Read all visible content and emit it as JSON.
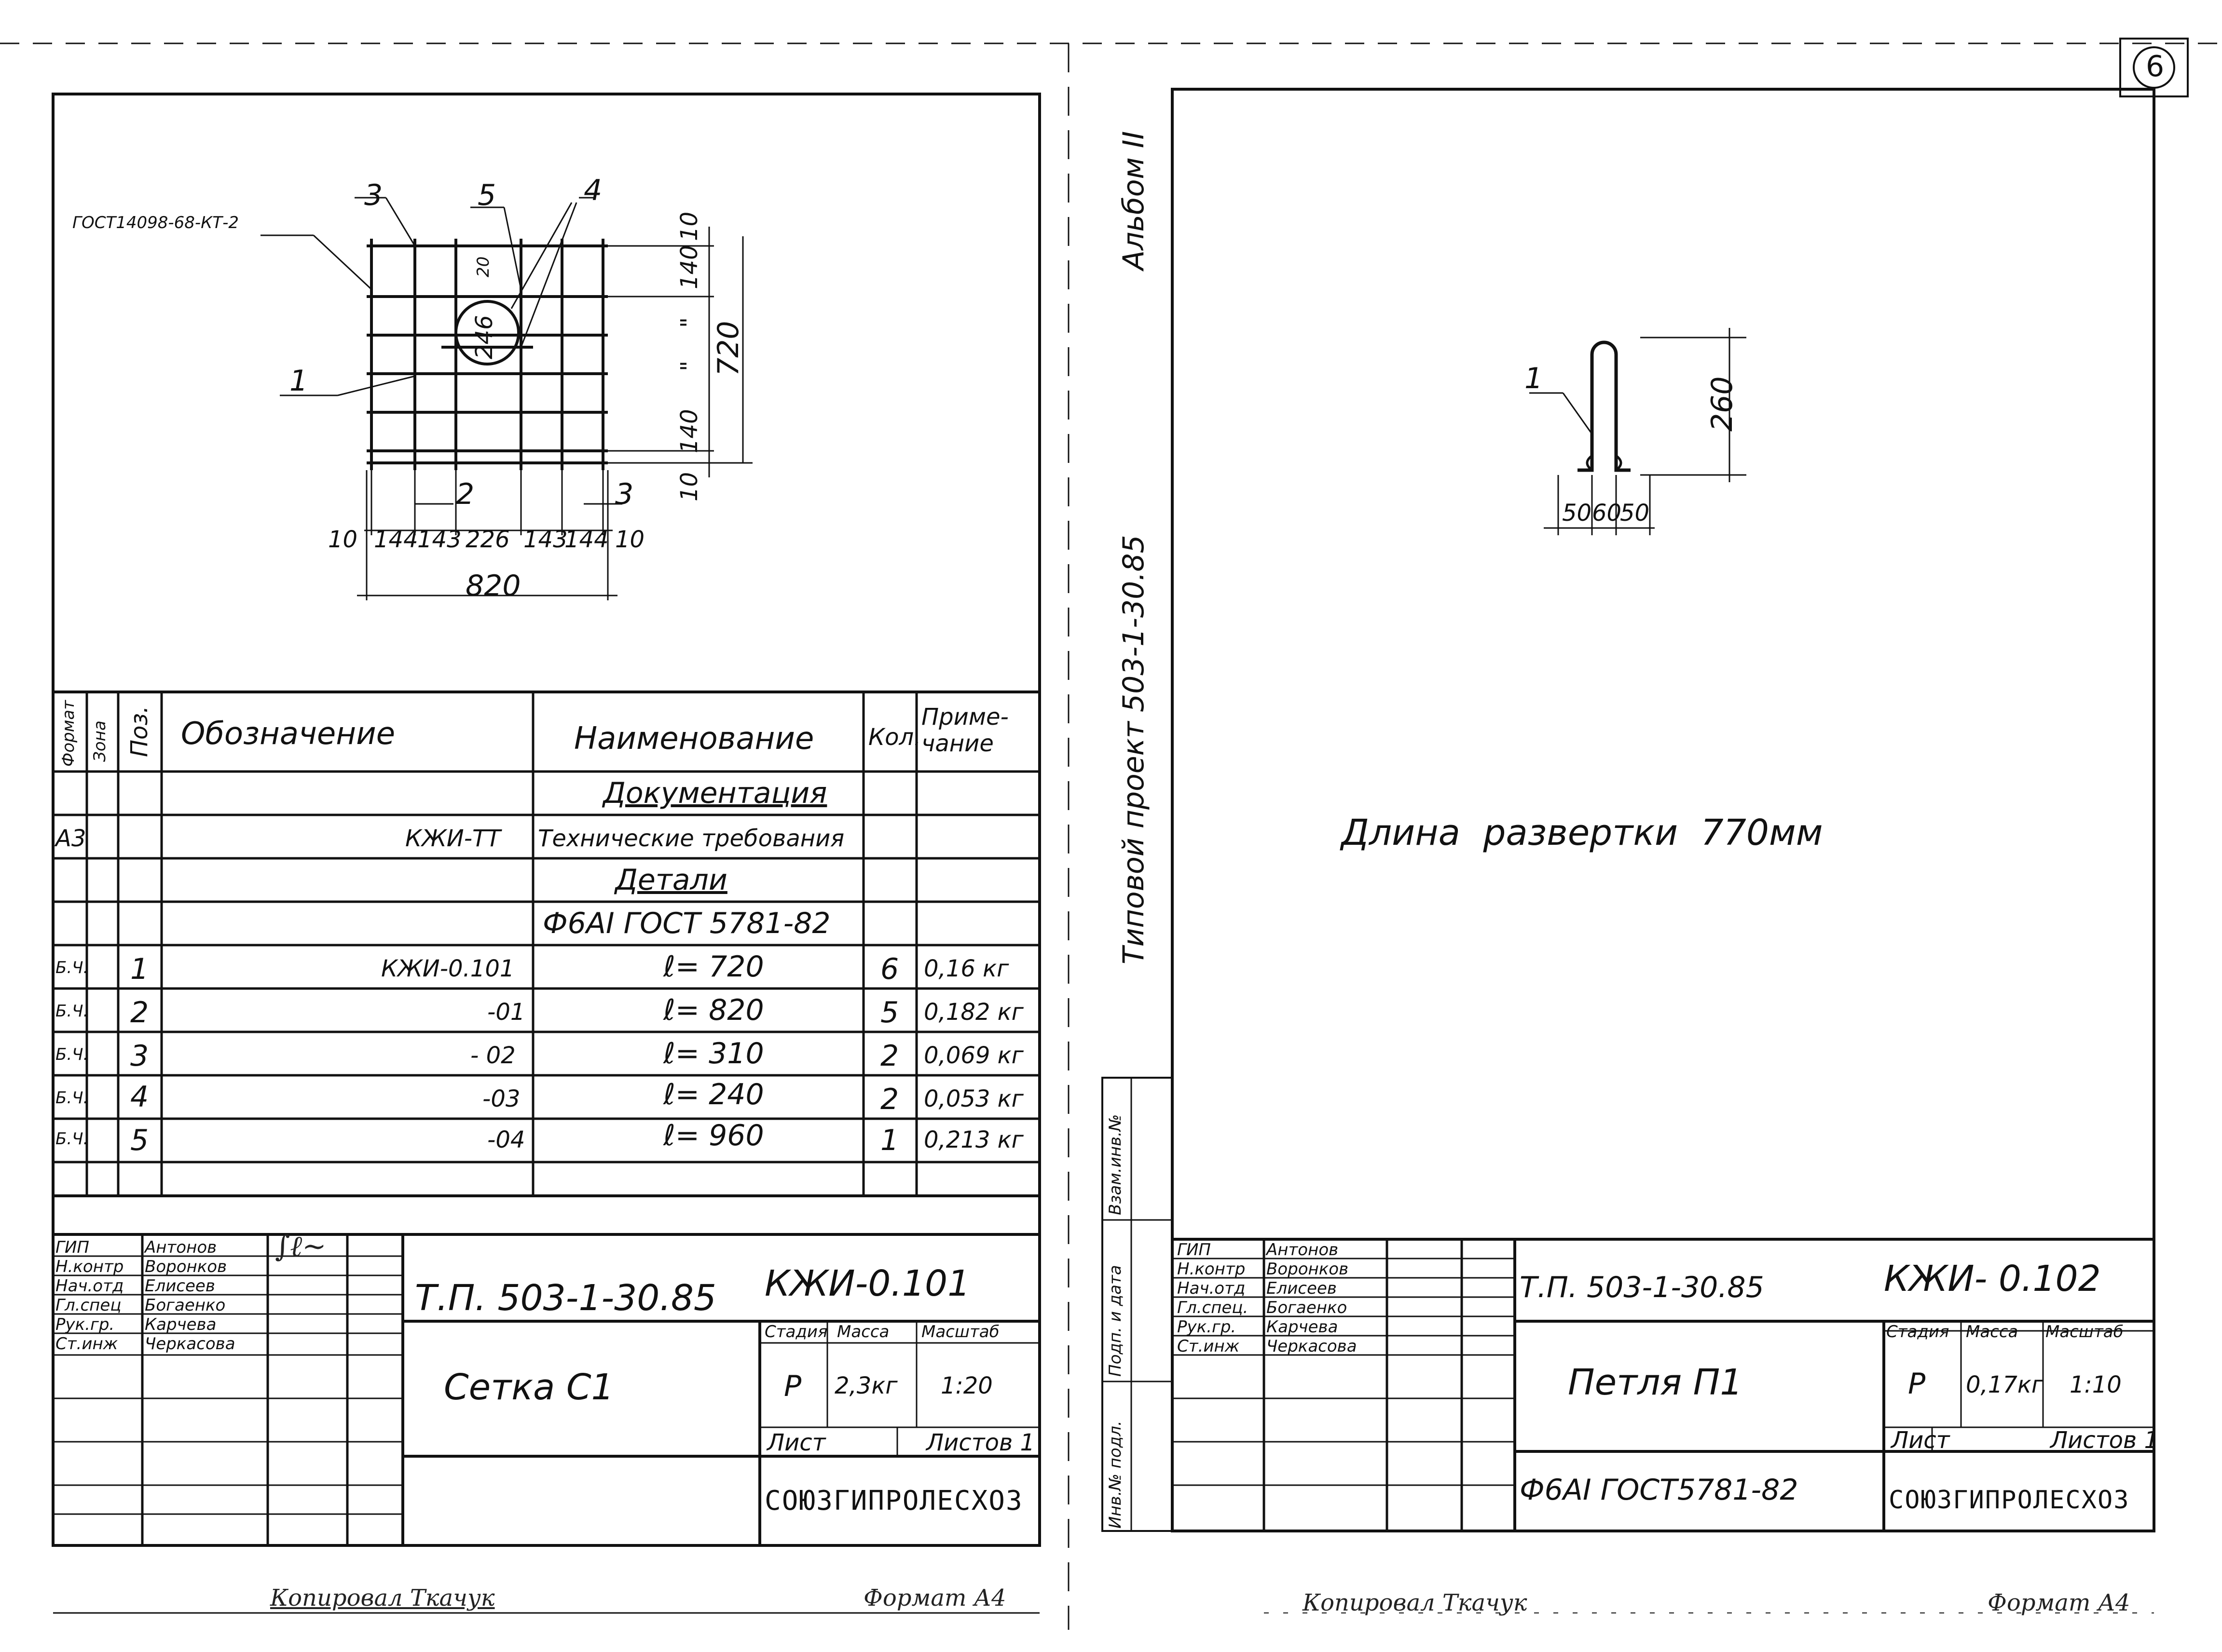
{
  "left_sheet": {
    "drawing": {
      "gost_callout": "ГОСТ14098-68-КТ-2",
      "positions": {
        "p1": "1",
        "p2": "2",
        "p3a": "3",
        "p3b": "3",
        "p4": "4",
        "p5": "5"
      },
      "bottom_dims": [
        "10",
        "144",
        "143",
        "226",
        "143",
        "144",
        "10"
      ],
      "overall_width": "820",
      "right_dims": [
        "10",
        "140",
        "\"",
        "\"",
        "140",
        "10"
      ],
      "overall_height": "720",
      "circle_dim": "246",
      "top_dim": "20"
    },
    "spec_table": {
      "headers": {
        "format": "Формат",
        "zone": "Зона",
        "pos": "Поз.",
        "designation": "Обозначение",
        "name": "Наименование",
        "qty": "Кол.",
        "note": "Приме-\nчание"
      },
      "section_doc": "Документация",
      "row_tt": {
        "format": "А3",
        "designation": "КЖИ-ТТ",
        "name": "Технические требования"
      },
      "section_parts": "Детали",
      "material": "Ф6АI ГОСТ 5781-82",
      "rows": [
        {
          "format": "Б.Ч.",
          "pos": "1",
          "designation": "КЖИ-0.101",
          "name": "ℓ= 720",
          "qty": "6",
          "note": "0,16 кг"
        },
        {
          "format": "Б.Ч.",
          "pos": "2",
          "designation": "-01",
          "name": "ℓ= 820",
          "qty": "5",
          "note": "0,182 кг"
        },
        {
          "format": "Б.Ч.",
          "pos": "3",
          "designation": "- 02",
          "name": "ℓ= 310",
          "qty": "2",
          "note": "0,069 кг"
        },
        {
          "format": "Б.Ч.",
          "pos": "4",
          "designation": "-03",
          "name": "ℓ= 240",
          "qty": "2",
          "note": "0,053 кг"
        },
        {
          "format": "Б.Ч.",
          "pos": "5",
          "designation": "-04",
          "name": "ℓ= 960",
          "qty": "1",
          "note": "0,213 кг"
        }
      ]
    },
    "title_block": {
      "roles": [
        "ГИП",
        "Н.контр",
        "Нач.отд",
        "Гл.спец",
        "Рук.гр.",
        "Ст.инж"
      ],
      "names": [
        "Антонов",
        "Воронков",
        "Елисеев",
        "Богаенко",
        "Карчева",
        "Черкасова"
      ],
      "project": "Т.П. 503-1-30.85",
      "code": "КЖИ-0.101",
      "title": "Сетка С1",
      "stage_label": "Стадия",
      "mass_label": "Масса",
      "scale_label": "Масштаб",
      "stage": "Р",
      "mass": "2,3кг",
      "scale": "1:20",
      "sheet_label": "Лист",
      "sheets_label": "Листов 1",
      "org": "СОЮЗГИПРОЛЕСХОЗ"
    },
    "footer": {
      "copied": "Копировал Ткачук",
      "format": "Формат А4"
    }
  },
  "right_sheet": {
    "sheet_number": "6",
    "album": "Альбом II",
    "project_vertical": "Типовой проект 503-1-30.85",
    "side_stamp": [
      "Инв.№ подл.",
      "Подп. и дата",
      "Взам.инв.№"
    ],
    "drawing": {
      "pos": "1",
      "height_dim": "260",
      "bottom_dims": [
        "50",
        "60",
        "50"
      ]
    },
    "length_note": "Длина развертки 770мм",
    "title_block": {
      "roles": [
        "ГИП",
        "Н.контр",
        "Нач.отд",
        "Гл.спец.",
        "Рук.гр.",
        "Ст.инж"
      ],
      "names": [
        "Антонов",
        "Воронков",
        "Елисеев",
        "Богаенко",
        "Карчева",
        "Черкасова"
      ],
      "project": "Т.П. 503-1-30.85",
      "code": "КЖИ- 0.102",
      "title": "Петля П1",
      "stage_label": "Стадия",
      "mass_label": "Масса",
      "scale_label": "Масштаб",
      "stage": "Р",
      "mass": "0,17кг",
      "scale": "1:10",
      "sheet_label": "Лист",
      "sheets_label": "Листов 1",
      "material": "Ф6АI ГОСТ5781-82",
      "org": "СОЮЗГИПРОЛЕСХОЗ"
    },
    "footer": {
      "copied": "Копировал Ткачук",
      "format": "Формат А4"
    }
  }
}
